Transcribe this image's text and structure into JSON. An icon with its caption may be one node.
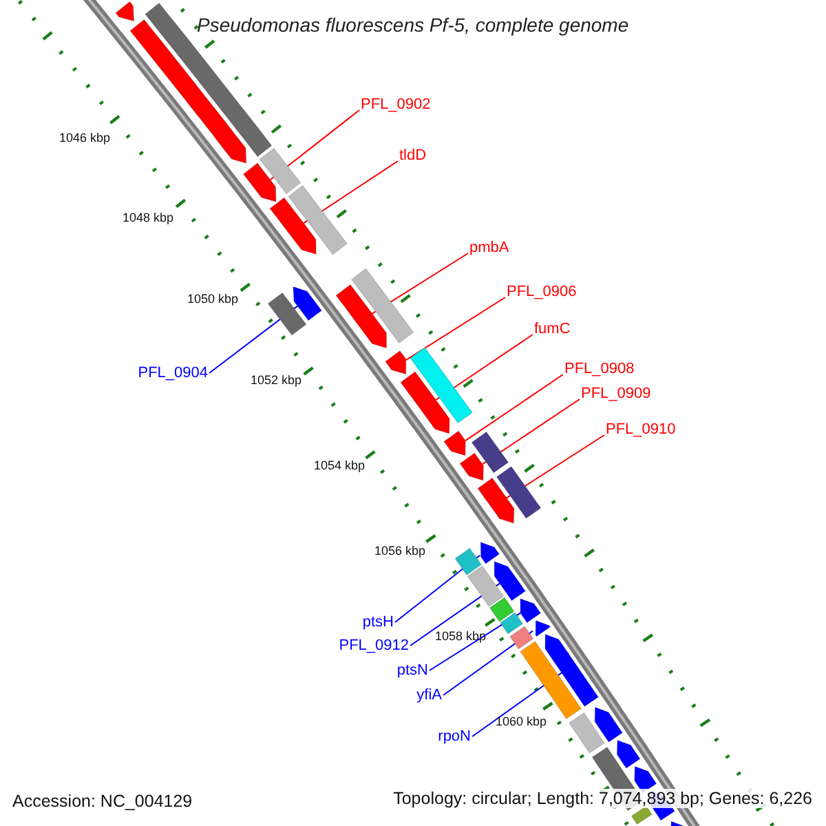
{
  "diagram": {
    "title": "Pseudomonas fluorescens Pf-5, complete genome",
    "nodes": [
      {
        "text": [
          "PFL_0902"
        ]
      },
      {
        "text": [
          "tldD"
        ]
      },
      {
        "text": [
          "pmbA"
        ]
      },
      {
        "text": [
          "PFL_0906"
        ]
      },
      {
        "text": [
          "fumC"
        ]
      },
      {
        "text": [
          "PFL_0908"
        ]
      },
      {
        "text": [
          "PFL_0904"
        ]
      },
      {
        "text": [
          "PFL_0909"
        ]
      },
      {
        "text": [
          "PFL_0910"
        ]
      },
      {
        "text": [
          "ptsH"
        ]
      },
      {
        "text": [
          "PFL_0912"
        ]
      },
      {
        "text": [
          "ptsN"
        ]
      },
      {
        "text": [
          "yfiA"
        ]
      },
      {
        "text": [
          "rpoN"
        ]
      },
      {
        "text": [],
        "shape": "bar"
      },
      {
        "text": [],
        "shape": "bar"
      },
      {
        "text": [],
        "shape": "bar"
      },
      {
        "text": [],
        "shape": "bar"
      },
      {
        "text": [],
        "shape": "bar"
      },
      {
        "text": [],
        "shape": "bar"
      },
      {
        "text": [],
        "shape": "bar"
      },
      {
        "text": [],
        "shape": "bar"
      },
      {
        "text": [],
        "shape": "bar"
      },
      {
        "text": [],
        "shape": "bar"
      },
      {
        "text": [],
        "shape": "bar"
      },
      {
        "text": [],
        "shape": "bar"
      },
      {
        "text": [],
        "shape": "bar"
      },
      {
        "text": [],
        "shape": "bar"
      },
      {
        "text": [],
        "shape": "bar"
      },
      {
        "text": [],
        "shape": "bar"
      },
      {
        "text": [],
        "shape": "bar"
      },
      {
        "text": [],
        "shape": "bar"
      },
      {
        "text": [],
        "shape": "bar"
      },
      {
        "text": [],
        "shape": "bar"
      },
      {
        "text": [],
        "shape": "bar"
      },
      {
        "text": [],
        "shape": "bar"
      },
      {
        "text": [],
        "shape": "bar"
      },
      {
        "text": [],
        "shape": "bar"
      },
      {
        "text": [],
        "shape": "bar"
      },
      {
        "text": [],
        "shape": "bar"
      },
      {
        "text": [],
        "shape": "bar"
      },
      {
        "text": [],
        "shape": "bar"
      },
      {
        "text": [],
        "shape": "bar"
      },
      {
        "text": [],
        "shape": "bar"
      },
      {
        "text": [],
        "shape": "bar"
      },
      {
        "text": [],
        "shape": "bar"
      },
      {
        "text": [],
        "shape": "bar"
      },
      {
        "text": [],
        "shape": "bar"
      },
      {
        "text": [],
        "shape": "bar"
      },
      {
        "text": [],
        "shape": "bar"
      },
      {
        "text": [],
        "shape": "bar"
      },
      {
        "text": [],
        "shape": "bar"
      }
    ],
    "edges": [
      {
        "from": 0,
        "to": 14,
        "arrow": "none"
      },
      {
        "from": 1,
        "to": 15,
        "arrow": "none"
      },
      {
        "from": 2,
        "to": 16,
        "arrow": "none"
      },
      {
        "from": 3,
        "to": 17,
        "arrow": "none"
      },
      {
        "from": 4,
        "to": 18,
        "arrow": "none"
      },
      {
        "from": 5,
        "to": 19,
        "arrow": "none"
      },
      {
        "from": 6,
        "to": 20,
        "arrow": "none",
        "color": "#0000ff"
      },
      {
        "from": 7,
        "to": 21,
        "arrow": "none"
      },
      {
        "from": 8,
        "to": 22,
        "arrow": "none"
      },
      {
        "from": 9,
        "to": 23,
        "arrow": "none",
        "color": "#0000ff"
      },
      {
        "from": 10,
        "to": 24,
        "arrow": "none",
        "color": "#0000ff"
      },
      {
        "from": 11,
        "to": 25,
        "arrow": "none",
        "color": "#0000ff"
      },
      {
        "from": 12,
        "to": 26,
        "arrow": "none",
        "color": "#0000ff"
      },
      {
        "from": 13,
        "to": 27,
        "arrow": "none",
        "color": "#0000ff"
      }
    ],
    "labels": [
      "1046 kbp",
      "1048 kbp",
      "1050 kbp",
      "1052 kbp",
      "1054 kbp",
      "1056 kbp",
      "1058 kbp",
      "1060 kbp",
      "Accession: NC_004129",
      "Topology: circular; Length: 7,074,893 bp; Genes: 6,226"
    ]
  }
}
